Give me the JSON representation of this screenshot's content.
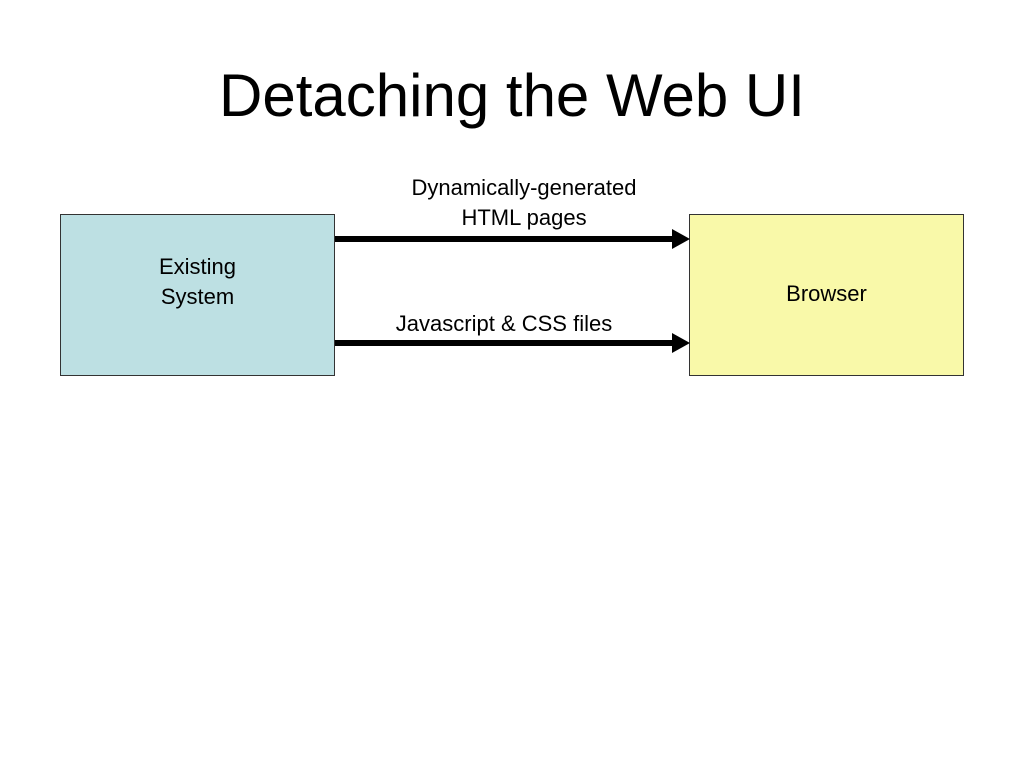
{
  "title": "Detaching the Web UI",
  "nodes": {
    "existing_system": {
      "label": "Existing\nSystem",
      "fill": "#bde0e3"
    },
    "browser": {
      "label": "Browser",
      "fill": "#f9f9a9"
    }
  },
  "edges": [
    {
      "from": "existing_system",
      "to": "browser",
      "label": "Dynamically-generated\nHTML pages"
    },
    {
      "from": "existing_system",
      "to": "browser",
      "label": "Javascript & CSS files"
    }
  ],
  "colors": {
    "background": "#ffffff",
    "text": "#000000",
    "arrow": "#000000",
    "border": "#333333"
  }
}
